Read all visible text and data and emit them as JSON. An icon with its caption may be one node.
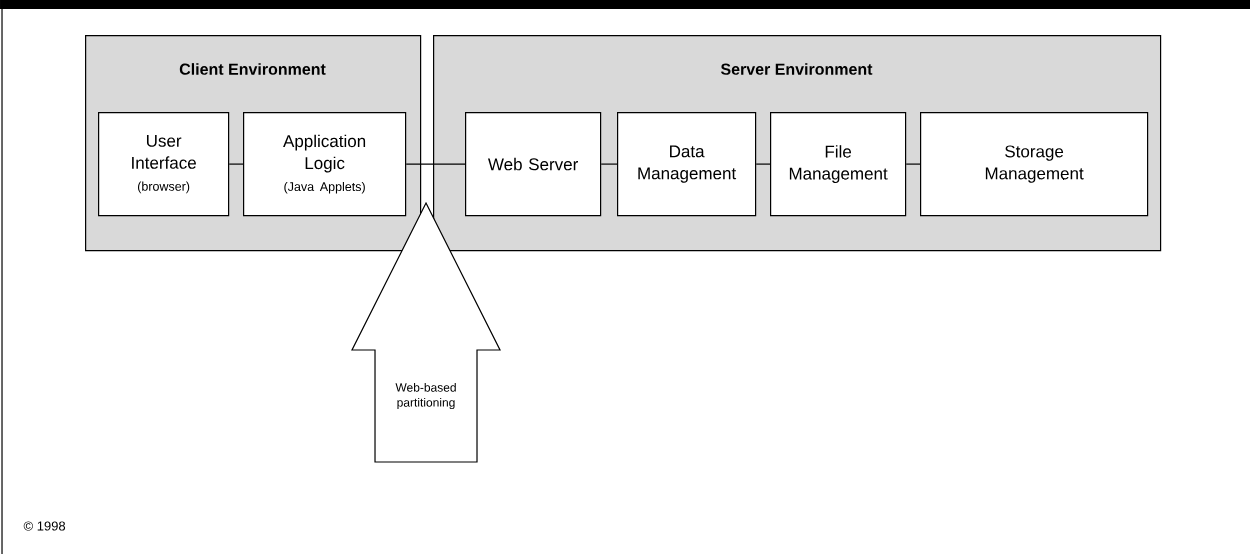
{
  "diagram": {
    "nodes": [
      {
        "text": [
          "Client Environment"
        ]
      },
      {
        "text": [
          "Server Environment"
        ]
      },
      {
        "text": [
          "User Interface",
          "(browser)"
        ],
        "in": 0
      },
      {
        "text": [
          "Application Logic",
          "(Java Applets)"
        ],
        "in": 0
      },
      {
        "text": [
          "Web Server"
        ],
        "in": 1
      },
      {
        "text": [
          "Data Management"
        ],
        "in": 1
      },
      {
        "text": [
          "File Management"
        ],
        "in": 1
      },
      {
        "text": [
          "Storage Management"
        ],
        "in": 1
      },
      {
        "text": [
          "Web-based partitioning"
        ]
      }
    ],
    "edges": [
      {
        "from": 2,
        "to": 3,
        "arrow": "none"
      },
      {
        "from": 3,
        "to": 4,
        "arrow": "none"
      },
      {
        "from": 4,
        "to": 5,
        "arrow": "none"
      },
      {
        "from": 5,
        "to": 6,
        "arrow": "none"
      },
      {
        "from": 6,
        "to": 7,
        "arrow": "none"
      }
    ],
    "labels": [
      "© 1998"
    ]
  }
}
